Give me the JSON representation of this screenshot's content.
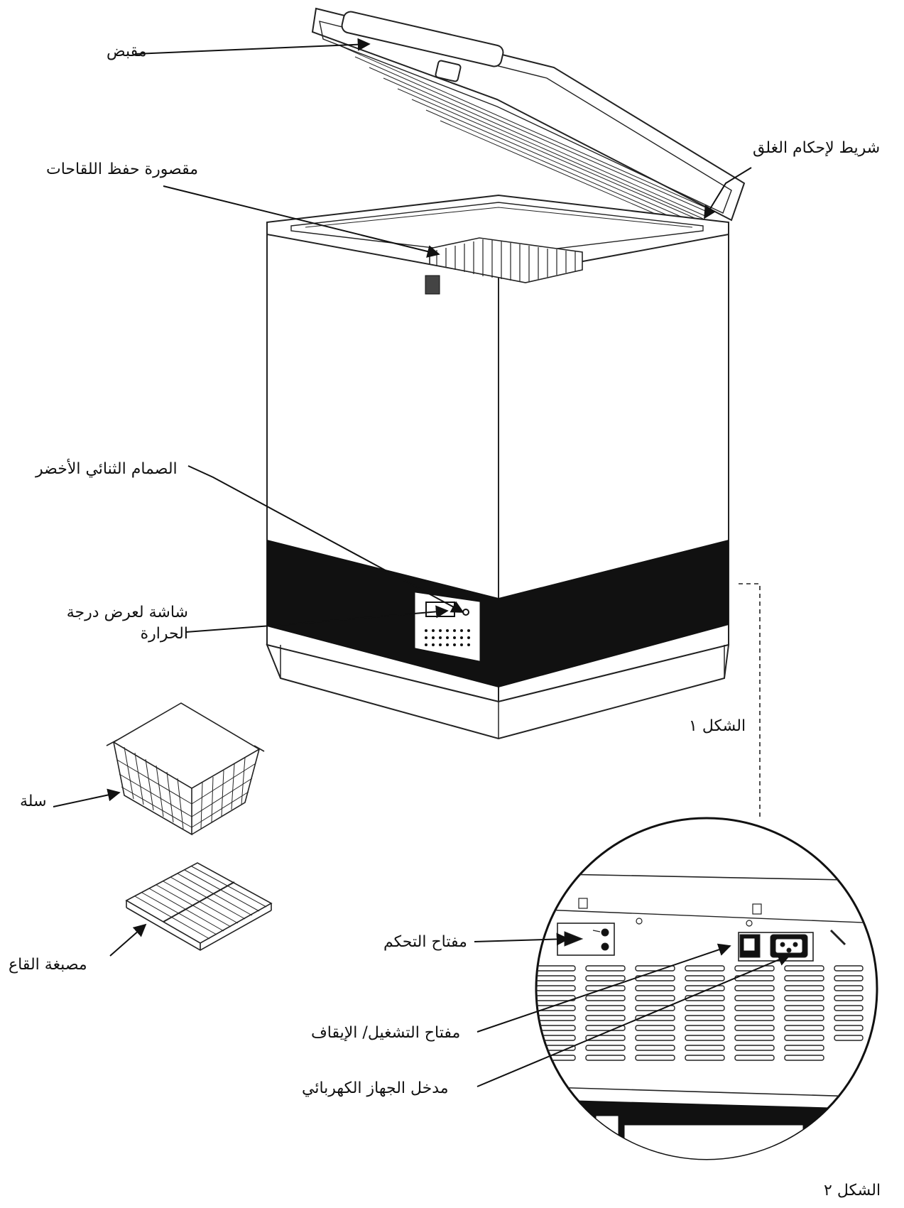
{
  "labels": {
    "handle": "مقبض",
    "gasket": "شريط لإحكام الغلق",
    "vaccine_compartment": "مقصورة حفظ اللقاحات",
    "green_valve": "الصمام الثنائي الأخضر",
    "temp_display_line1": "شاشة لعرض درجة",
    "temp_display_line2": "الحرارة",
    "figure1": "الشكل ١",
    "basket": "سلة",
    "bottom_divider": "مصبغة القاع",
    "control_switch": "مفتاح التحكم",
    "power_switch": "مفتاح التشغيل/ الإيقاف",
    "power_inlet": "مدخل الجهاز الكهربائي",
    "figure2": "الشكل ٢"
  }
}
